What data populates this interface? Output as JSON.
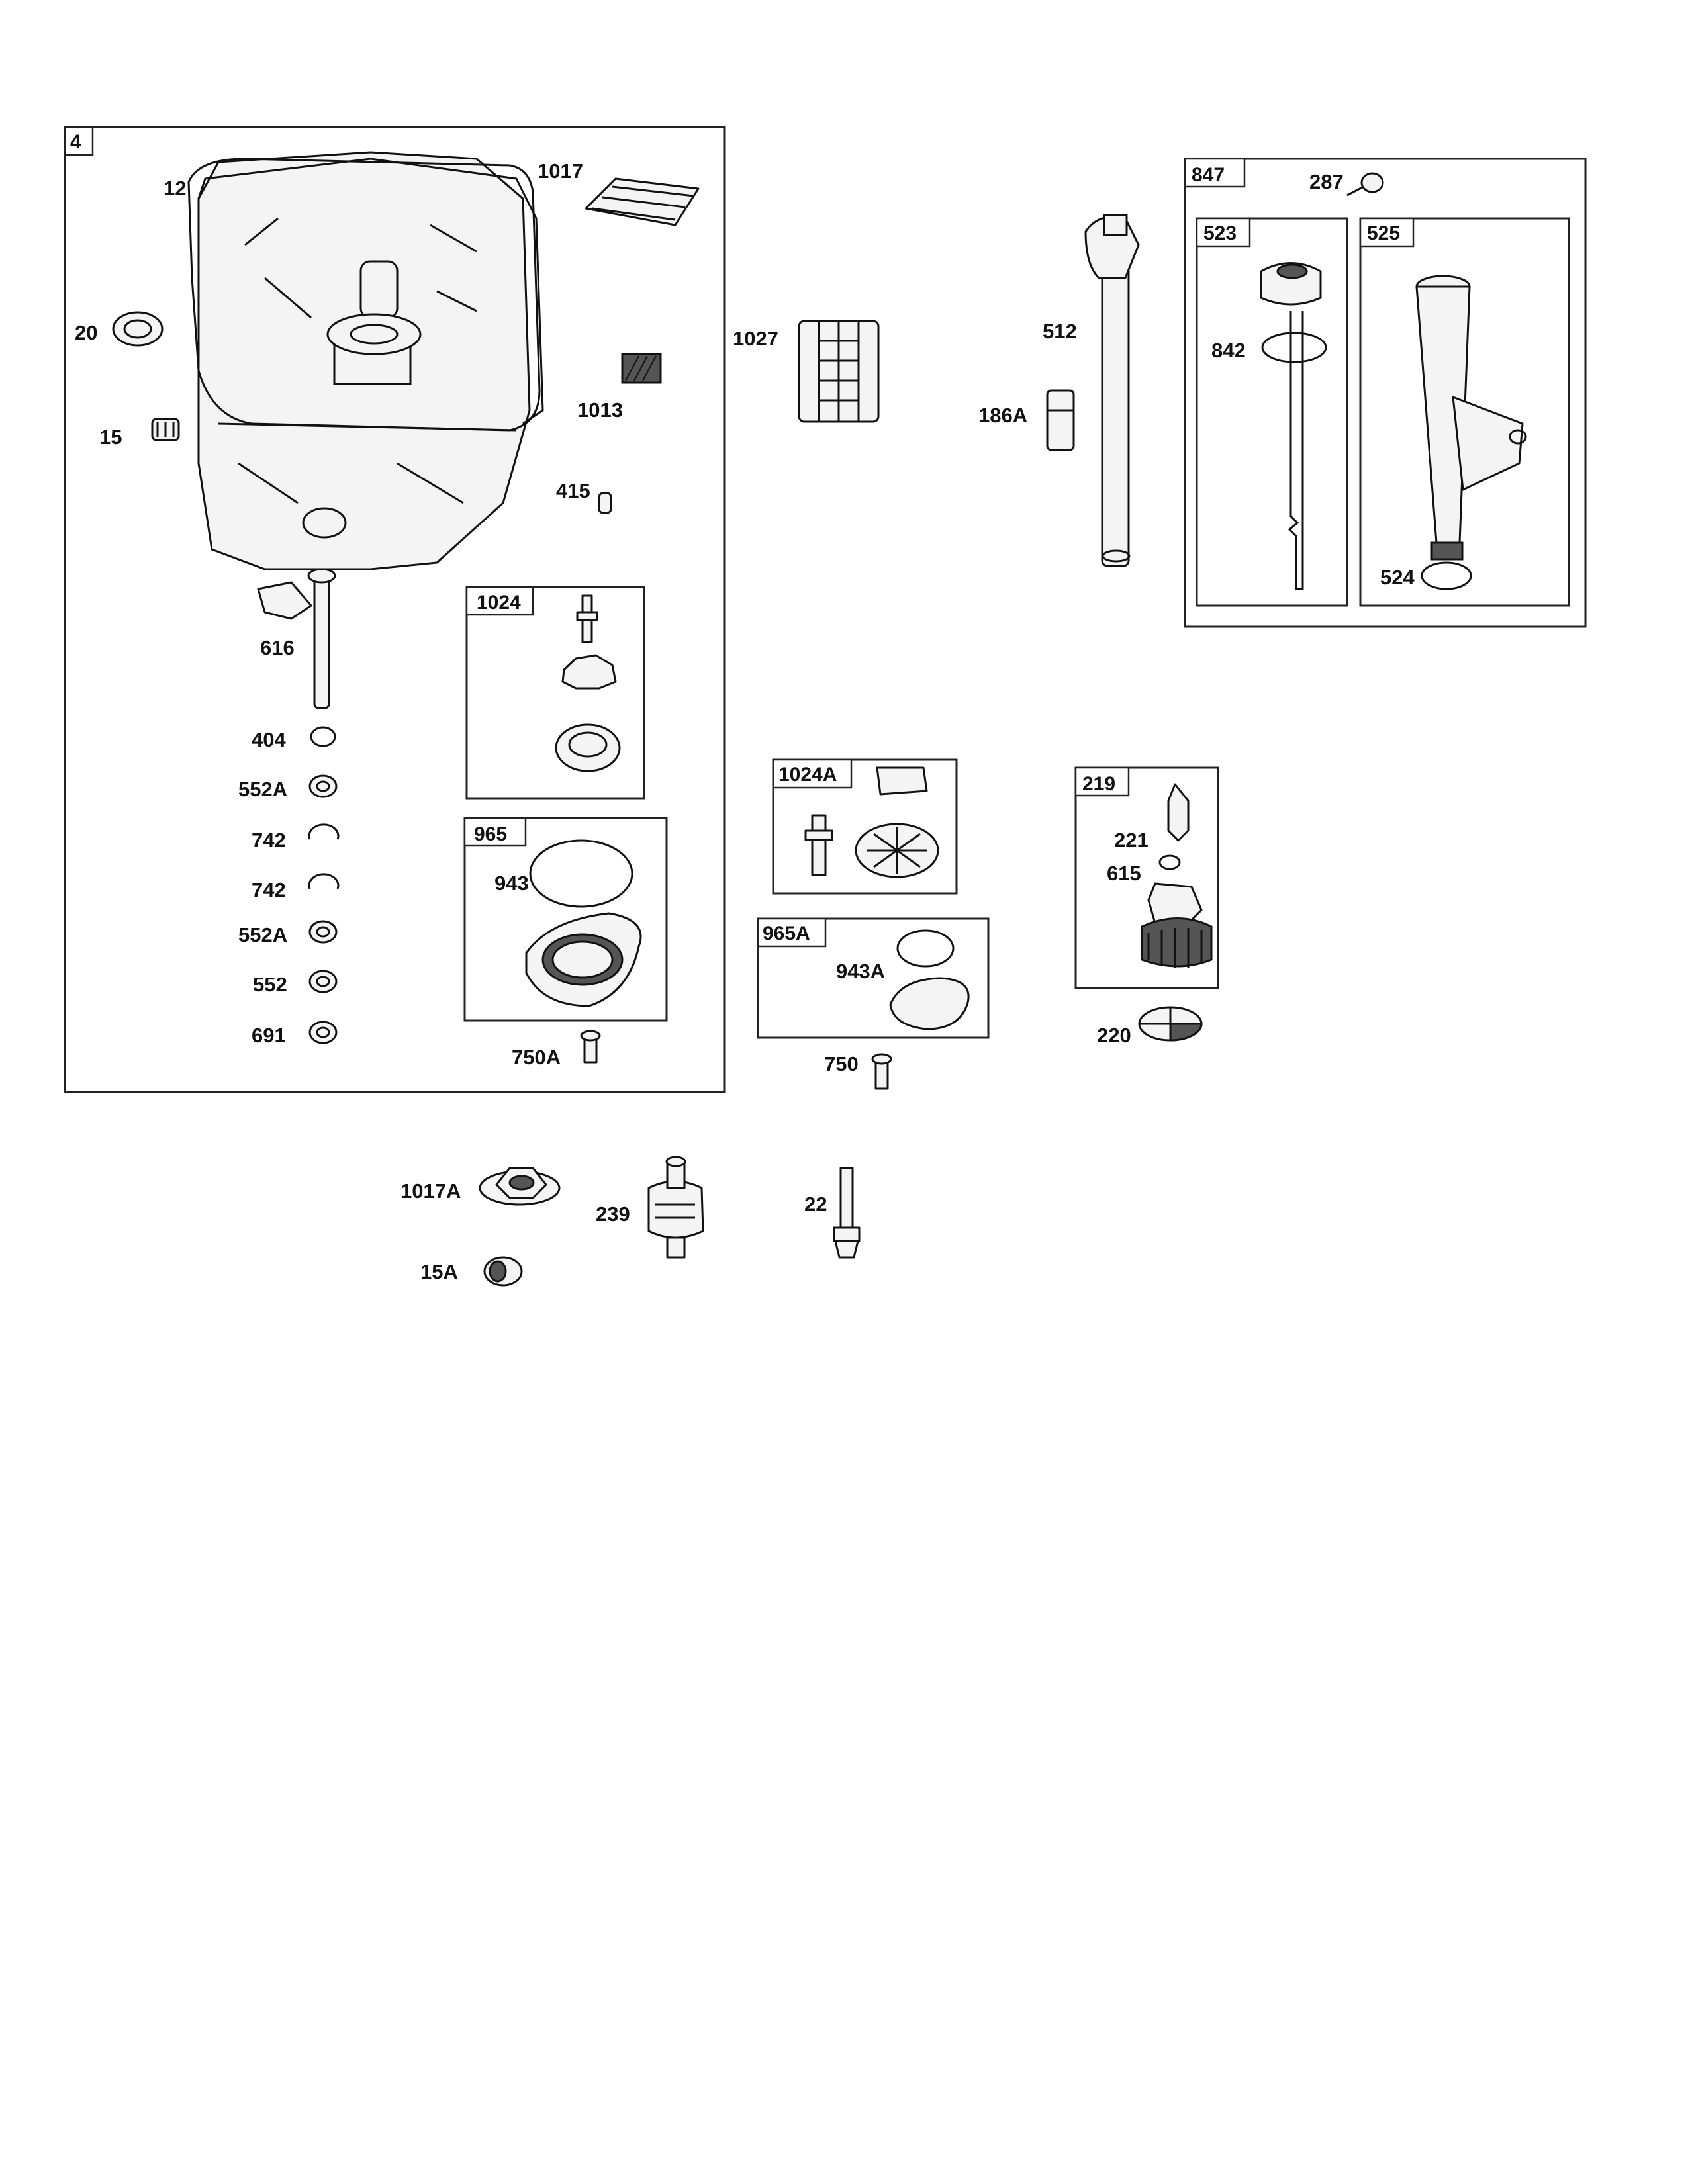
{
  "diagram": {
    "groups": [
      {
        "id": "4",
        "label": "4"
      },
      {
        "id": "1024",
        "label": "1024"
      },
      {
        "id": "965",
        "label": "965"
      },
      {
        "id": "1024A",
        "label": "1024A"
      },
      {
        "id": "965A",
        "label": "965A"
      },
      {
        "id": "219",
        "label": "219"
      },
      {
        "id": "847",
        "label": "847"
      },
      {
        "id": "523",
        "label": "523"
      },
      {
        "id": "525",
        "label": "525"
      }
    ],
    "callouts": {
      "c12": "12",
      "c1017": "1017",
      "c20": "20",
      "c1013": "1013",
      "c15": "15",
      "c415": "415",
      "c616": "616",
      "c404": "404",
      "c552A_1": "552A",
      "c742_1": "742",
      "c742_2": "742",
      "c552A_2": "552A",
      "c552": "552",
      "c691": "691",
      "c943": "943",
      "c750A": "750A",
      "c1027": "1027",
      "c943A": "943A",
      "c750": "750",
      "c512": "512",
      "c186A": "186A",
      "c287": "287",
      "c842": "842",
      "c524": "524",
      "c221": "221",
      "c615": "615",
      "c220": "220",
      "c1017A": "1017A",
      "c239": "239",
      "c22": "22",
      "c15A": "15A"
    }
  }
}
